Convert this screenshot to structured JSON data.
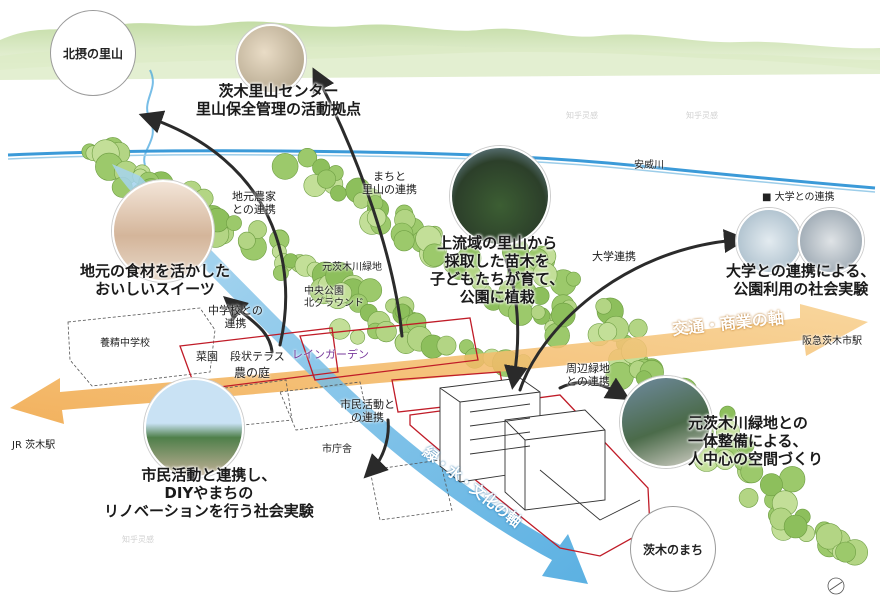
{
  "places": {
    "hokusetsu": "北摂の里山",
    "ibaraki_town": "茨木のまち",
    "jr_station": "JR 茨木駅",
    "hankyu_station": "阪急茨木市駅",
    "river": "安威川",
    "greenway": "元茨木川緑地",
    "central_park": "中央公園\n北グラウンド",
    "junior_high": "養精中学校",
    "city_hall": "市庁舎"
  },
  "captions": {
    "satoyama_center": "茨木里山センター\n里山保全管理の活動拠点",
    "local_food": "地元の食材を活かした\nおいしいスイーツ",
    "seedlings": "上流域の里山から\n採取した苗木を\n子どもたちが育て、\n公園に植栽",
    "university_header": "■ 大学との連携",
    "university": "大学との連携による、\n公園利用の社会実験",
    "citizen": "市民活動と連携し、\nDIYやまちの\nリノベーションを行う社会実験",
    "greenway_integration": "元茨木川緑地との\n一体整備による、\n人中心の空間づくり"
  },
  "links": {
    "farmers": "地元農家\nとの連携",
    "town_satoyama": "まちと\n里山の連携",
    "university": "大学連携",
    "school": "中学校との\n連携",
    "citizen": "市民活動と\nの連携",
    "surrounding": "周辺緑地\nとの連携"
  },
  "areas": {
    "garden": "菜園",
    "terrace": "段状テラス",
    "rain_garden": "レインガーデン",
    "farm_garden": "農の庭"
  },
  "axes": {
    "commerce": "交通・商業の軸",
    "culture": "緑・水・文化の軸"
  },
  "watermark": "知乎灵感"
}
